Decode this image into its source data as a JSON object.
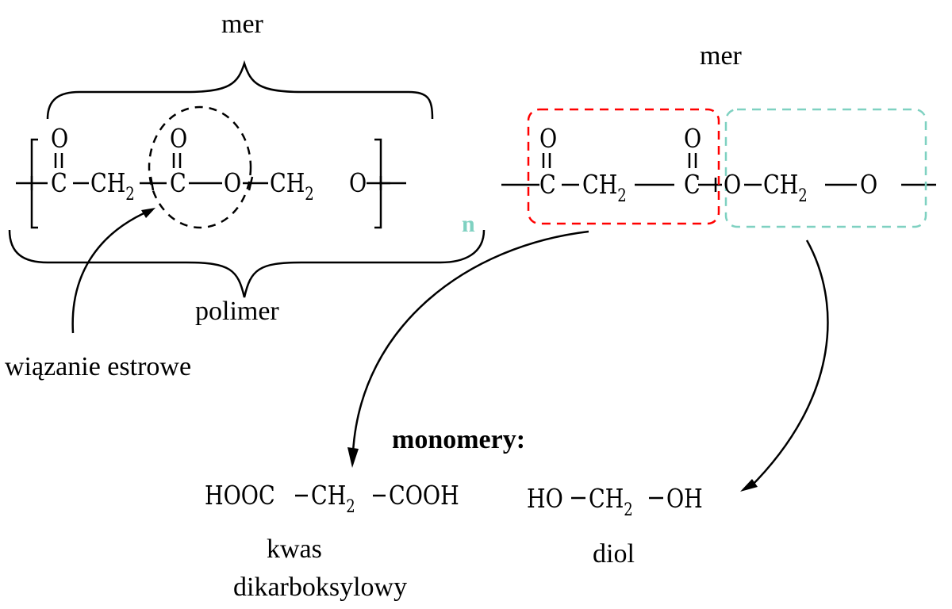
{
  "labels": {
    "mer_left": "mer",
    "mer_right": "mer",
    "polimer": "polimer",
    "ester_bond": "wiązanie estrowe",
    "monomers_heading": "monomery:",
    "acid_name_line1": "kwas",
    "acid_name_line2": "dikarboksylowy",
    "diol_name": "diol",
    "repeat_index": "n"
  },
  "left_formula": {
    "oxygen_top": "O",
    "carbon": "C",
    "ch2": "CH",
    "sub2": "2",
    "oxygen": "O"
  },
  "monomers": {
    "acid": {
      "prefix": "HOOC",
      "mid": "CH",
      "sub": "2",
      "suffix": "COOH"
    },
    "diol": {
      "prefix": "HO",
      "mid": "CH",
      "sub": "2",
      "suffix": "OH"
    }
  },
  "colors": {
    "acid_box": "#ff0000",
    "diol_box": "#7fd1c1",
    "repeat_index": "#7fd1c1",
    "ink": "#000000"
  }
}
